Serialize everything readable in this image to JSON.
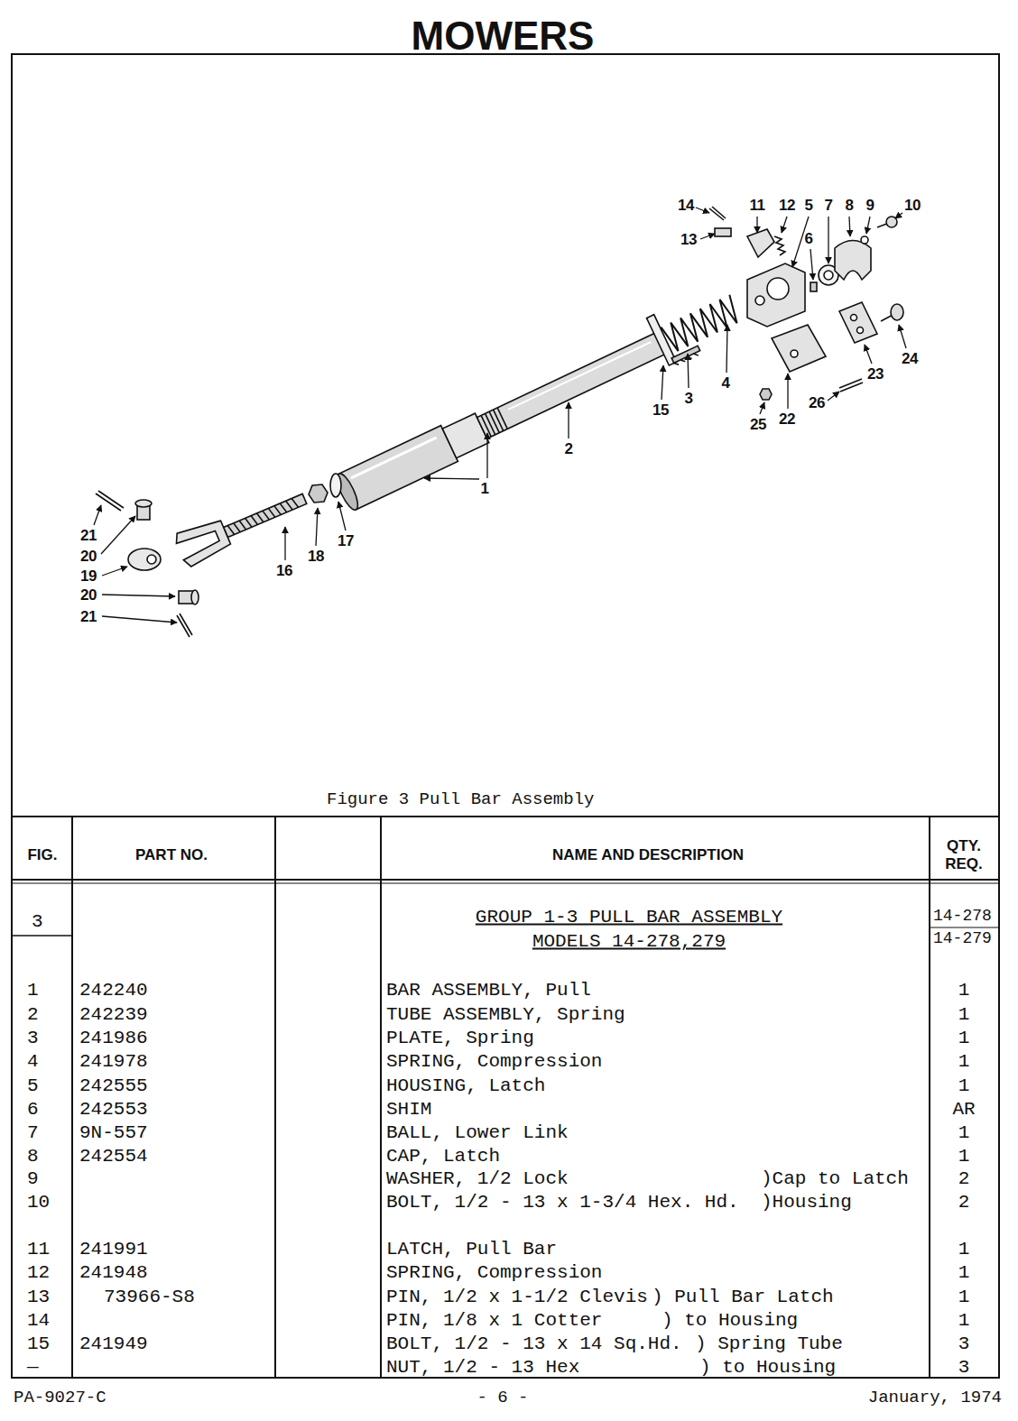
{
  "diagram": {
    "title": "MOWERS",
    "caption": "Figure 3 Pull Bar Assembly",
    "labels": [
      "14",
      "13",
      "11",
      "12",
      "5",
      "7",
      "8",
      "9",
      "10",
      "6",
      "24",
      "23",
      "15",
      "3",
      "4",
      "2",
      "25",
      "22",
      "26",
      "1",
      "21",
      "20",
      "19",
      "20",
      "21",
      "16",
      "18",
      "17",
      "FIG.",
      "PART NO.",
      "NAME AND DESCRIPTION",
      "QTY. REQ.",
      "3",
      "GROUP 1-3 PULL BAR ASSEMBLY",
      "MODELS 14-278,279",
      "14-278",
      "14-279",
      "1",
      "242240",
      "BAR ASSEMBLY, Pull",
      "1",
      "2",
      "242239",
      "TUBE ASSEMBLY, Spring",
      "1",
      "3",
      "241986",
      "PLATE, Spring",
      "1",
      "4",
      "241978",
      "SPRING, Compression",
      "1",
      "5",
      "242555",
      "HOUSING, Latch",
      "1",
      "6",
      "242553",
      "SHIM",
      "AR",
      "7",
      "9N-557",
      "BALL, Lower Link",
      "1",
      "8",
      "242554",
      "CAP, Latch",
      "1",
      "9",
      "WASHER, 1/2 Lock",
      ")Cap to Latch",
      "2",
      "10",
      "BOLT, 1/2 - 13 x 1-3/4 Hex. Hd.",
      ")Housing",
      "2",
      "11",
      "241991",
      "LATCH, Pull Bar",
      "1",
      "12",
      "241948",
      "SPRING, Compression",
      "1",
      "13",
      "73966-S8",
      "PIN, 1/2 x 1-1/2 Clevis",
      ") Pull Bar Latch",
      "1",
      "14",
      "PIN, 1/8 x 1 Cotter",
      ") to Housing",
      "1",
      "15",
      "241949",
      "BOLT, 1/2 - 13 x 14 Sq.Hd.",
      ") Spring Tube",
      "3",
      "—",
      "NUT, 1/2 - 13 Hex",
      ") to Housing",
      "3",
      "PA-9027-C",
      "- 6 -",
      "January, 1974"
    ]
  }
}
